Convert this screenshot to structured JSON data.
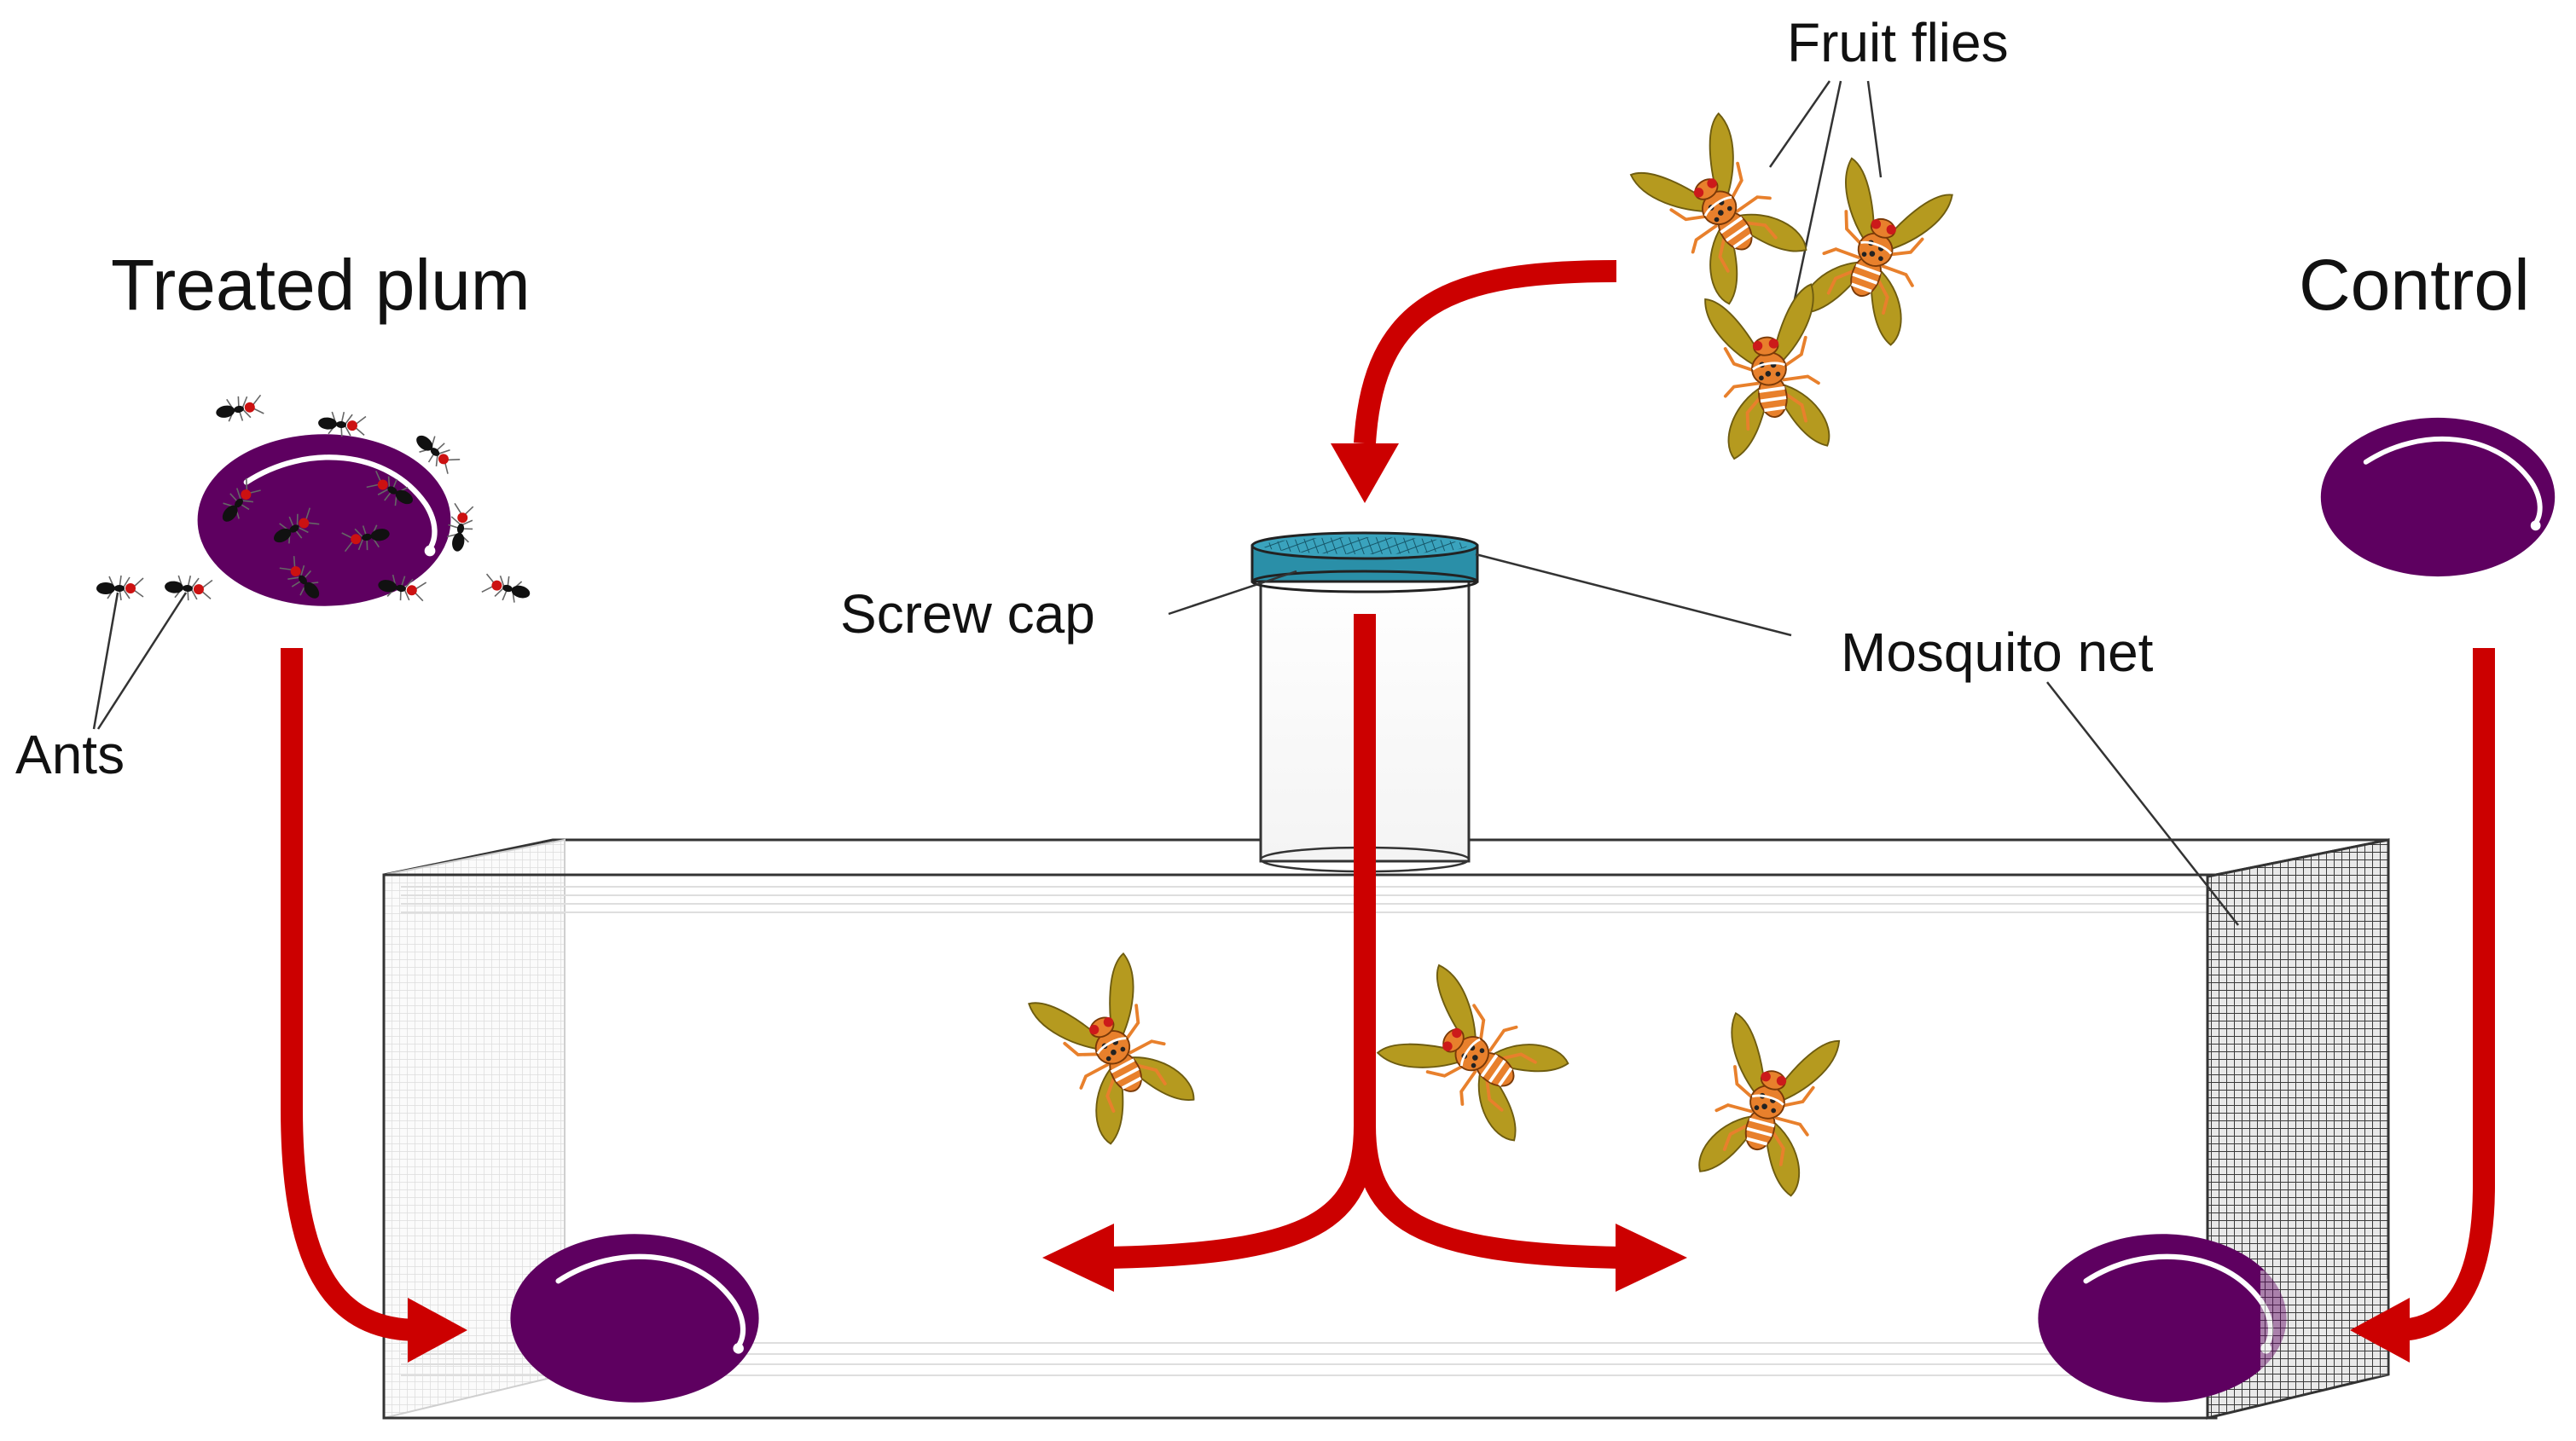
{
  "labels": {
    "treated_plum": "Treated plum",
    "control": "Control",
    "fruit_flies": "Fruit flies",
    "screw_cap": "Screw cap",
    "mosquito_net": "Mosquito net",
    "ants": "Ants"
  },
  "colors": {
    "arrow": "#cc0000",
    "plum": "#5e0060",
    "cap": "#2a8fa8",
    "fly_wing": "#b59a1f",
    "fly_body": "#e8802c",
    "ant": "#111111",
    "ant_head": "#cc1111",
    "box_line": "#333333",
    "net": "#444444"
  },
  "icons": [
    "treated-plum-icon",
    "control-plum-icon",
    "fruit-fly-icon",
    "ant-icon",
    "release-tube-icon",
    "screw-cap-icon",
    "mosquito-net-icon",
    "arena-box-icon",
    "flow-arrow-icon"
  ]
}
